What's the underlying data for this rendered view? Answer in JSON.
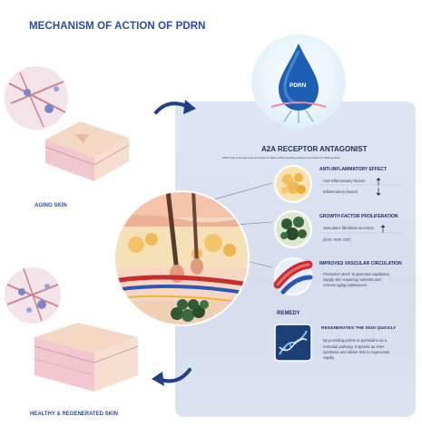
{
  "title": "MECHANISM OF ACTION OF PDRN",
  "drop_label": "PDRN",
  "a2a": {
    "heading": "A2A RECEPTOR ANTAGONIST",
    "subtext": "PDRN binds to the adenosine A2 receptor to initiate multiple signaling pathways and produce the following effects"
  },
  "effects": [
    {
      "heading": "ANTI-INFLAMMATORY EFFECT",
      "lines": [
        "Anti-inflammatory factors",
        "Inflammatory factors"
      ],
      "arrows": [
        "up",
        "down"
      ]
    },
    {
      "heading": "GROWTH FACTOR PROLIFERATION",
      "lines": [
        "Stimulates fibroblast secretion",
        "(EGF, FGF, IGF)"
      ],
      "arrows": [
        "up"
      ]
    },
    {
      "heading": "IMPROVES VASCULAR CIRCULATION",
      "lines": [
        "Promotes VEGF to generate capillaries,",
        "supply skin repairing nutrients and",
        "remove aging substances."
      ],
      "arrows": []
    }
  ],
  "remedy": {
    "heading": "REMEDY",
    "subheading": "REGENERATES THE SKIN QUICKLY",
    "lines": [
      "By providing purine or pyrimidine as a",
      "remedial pathway, it speeds up DNA",
      "synthesis and allows skin to regenerate",
      "rapidly"
    ]
  },
  "labels": {
    "aging": "AGING SKIN",
    "healthy": "HEALTHY & REGENERATED SKIN"
  },
  "colors": {
    "title": "#2b4aa6",
    "panel": "#dbe3f1",
    "arrow": "#1f3f86"
  }
}
